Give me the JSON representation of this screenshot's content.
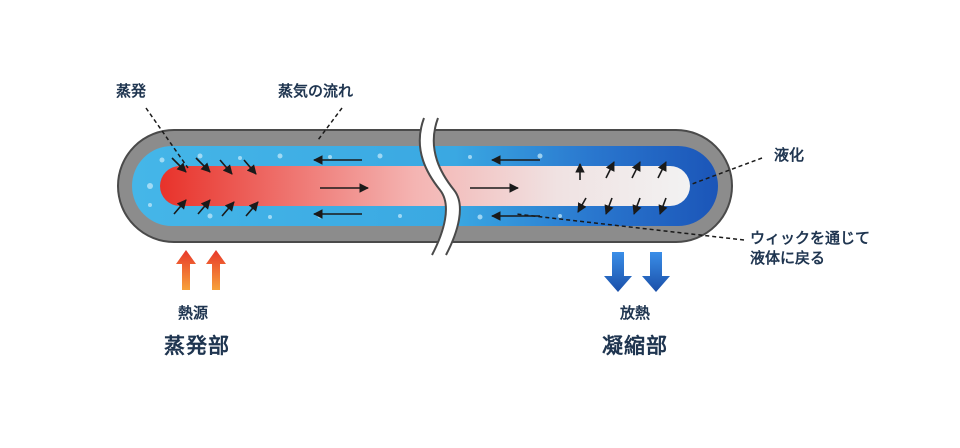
{
  "labels": {
    "evaporation": "蒸発",
    "vapor_flow": "蒸気の流れ",
    "liquefaction": "液化",
    "wick_return_line1": "ウィックを通じて",
    "wick_return_line2": "液体に戻る"
  },
  "left_zone": {
    "sub_label": "熱源",
    "label": "蒸発部",
    "arrow_colors": [
      "#e8372a",
      "#f7a23a"
    ]
  },
  "right_zone": {
    "sub_label": "放熱",
    "label": "凝縮部",
    "arrow_colors": [
      "#3a8ee8",
      "#1a4fa8"
    ]
  },
  "colors": {
    "shell": "#8c8c8c",
    "wick": "#38b0e6",
    "vapor_hot": "#e8322a",
    "vapor_cold": "#f2f2f2",
    "condenser_wick": "#1b55b8",
    "text": "#1f3550"
  }
}
